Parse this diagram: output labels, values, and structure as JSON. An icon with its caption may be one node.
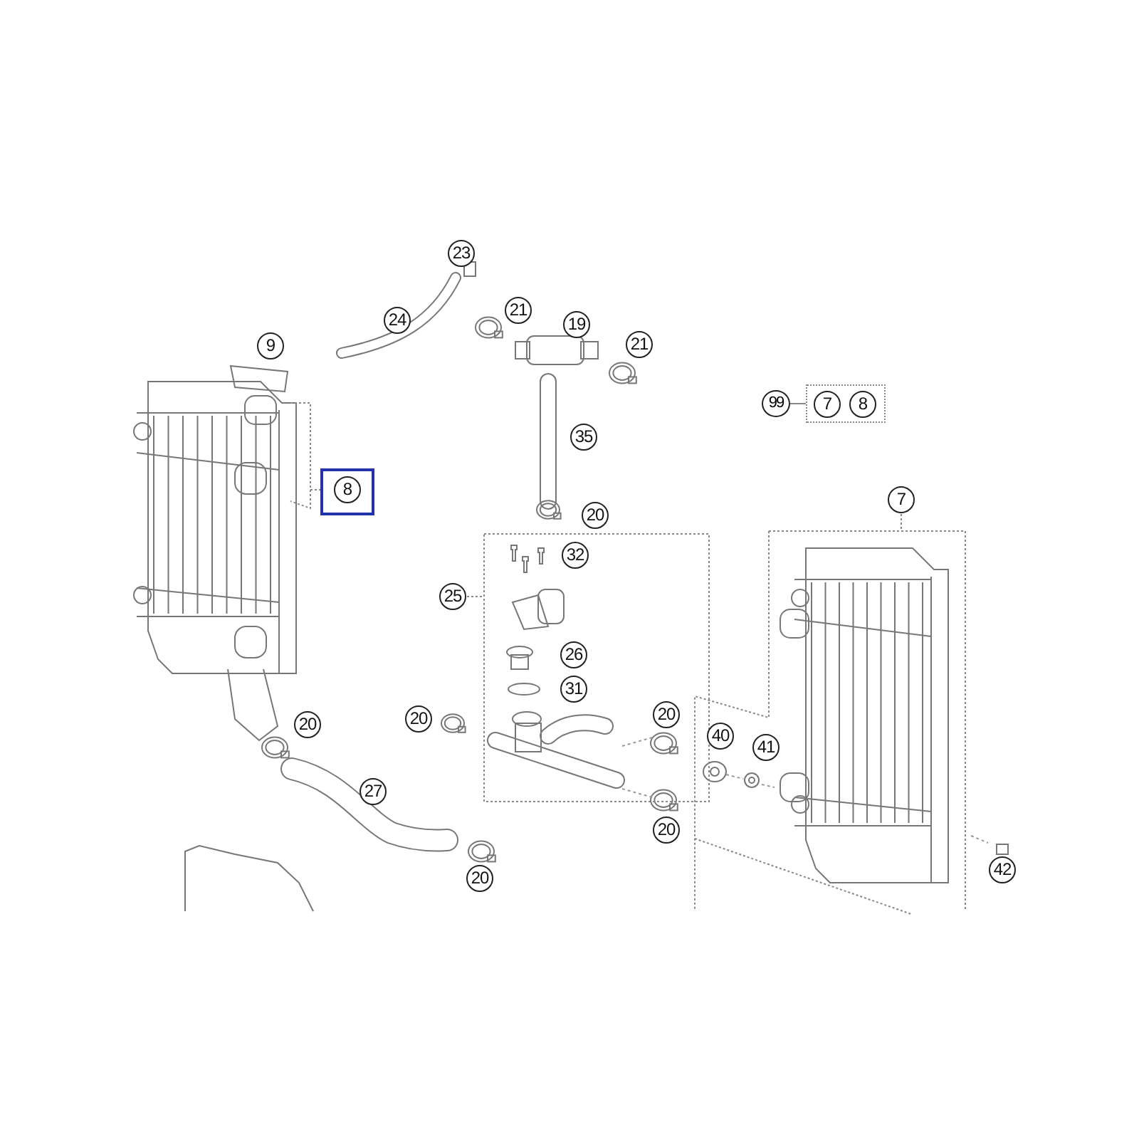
{
  "diagram": {
    "nodes": [
      {
        "text": [
          "99"
        ]
      },
      {
        "text": [
          "7",
          "8"
        ]
      }
    ],
    "edges": [
      {
        "from": 0,
        "to": 1,
        "arrow": "none"
      }
    ],
    "labels": [
      "23",
      "21",
      "19",
      "24",
      "21",
      "9",
      "35",
      "8",
      "20",
      "7",
      "32",
      "25",
      "26",
      "31",
      "20",
      "20",
      "40",
      "41",
      "20",
      "27",
      "20",
      "42",
      "20"
    ]
  }
}
